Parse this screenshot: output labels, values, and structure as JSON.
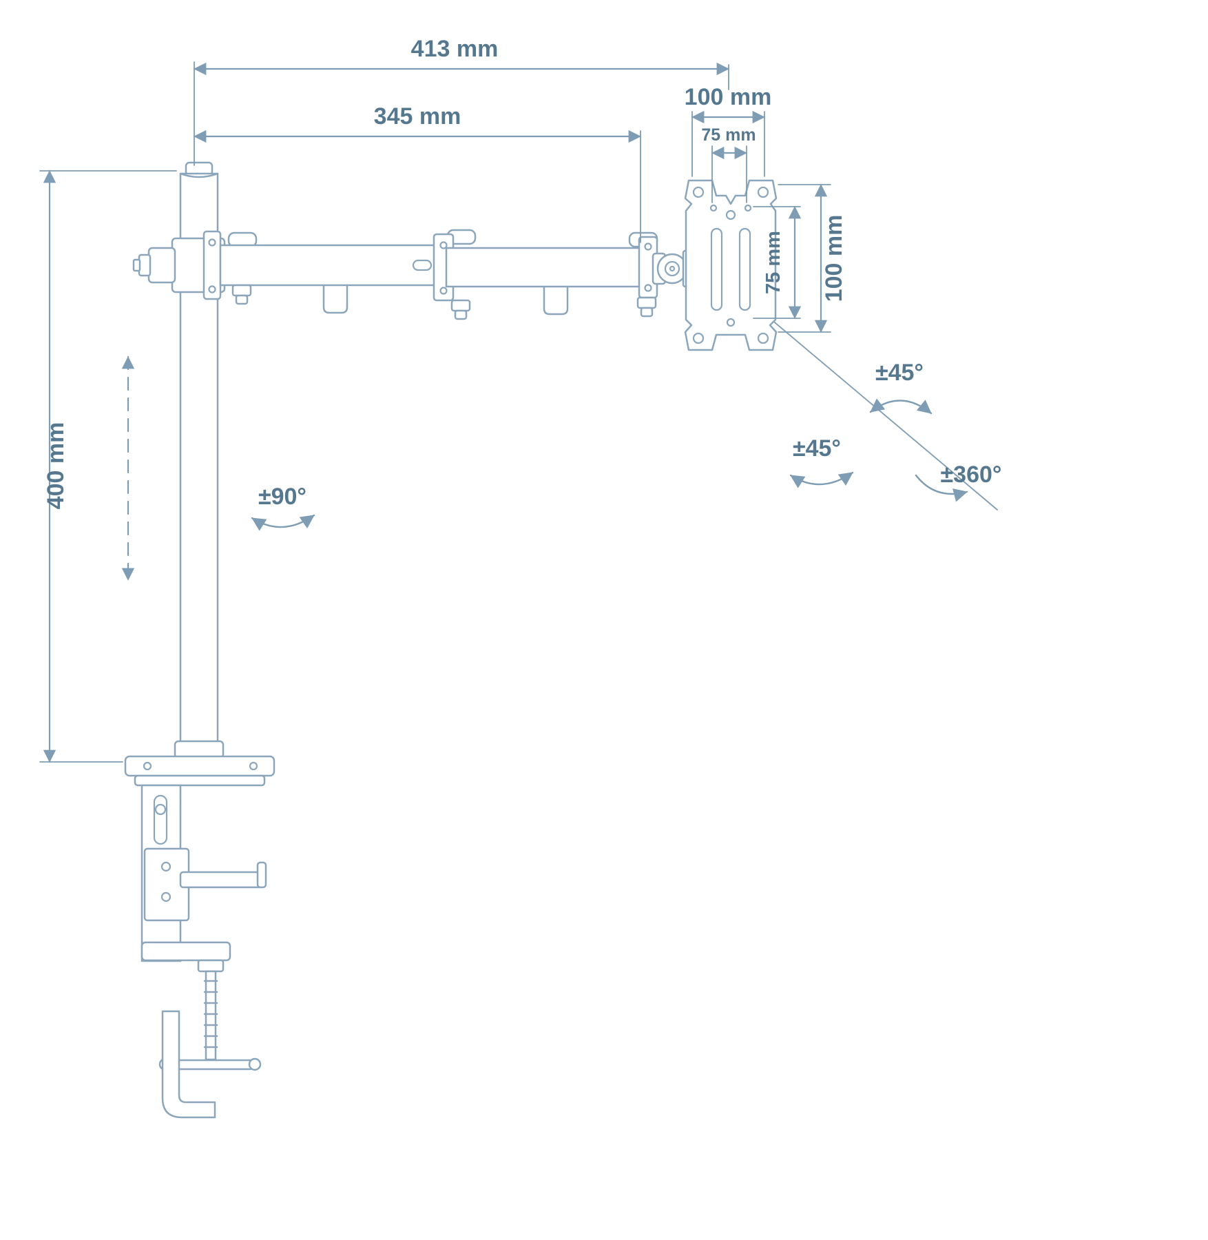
{
  "diagram": {
    "type": "technical-drawing",
    "subject": "single-monitor-desk-mount-arm-with-dimensions",
    "colors": {
      "line": "#8ba6ba",
      "dimension_line": "#7e9cb3",
      "label_text": "#56788f",
      "background": "#ffffff"
    },
    "labels": {
      "arm_reach_full": "413 mm",
      "arm_reach_inner": "345 mm",
      "vesa_width_outer": "100 mm",
      "vesa_width_inner": "75 mm",
      "vesa_height_outer": "100 mm",
      "vesa_height_inner": "75 mm",
      "pole_height": "400 mm",
      "arm_swivel": "±90°",
      "plate_swivel_upper": "±45°",
      "plate_swivel_lower": "±45°",
      "plate_rotation": "±360°"
    }
  }
}
